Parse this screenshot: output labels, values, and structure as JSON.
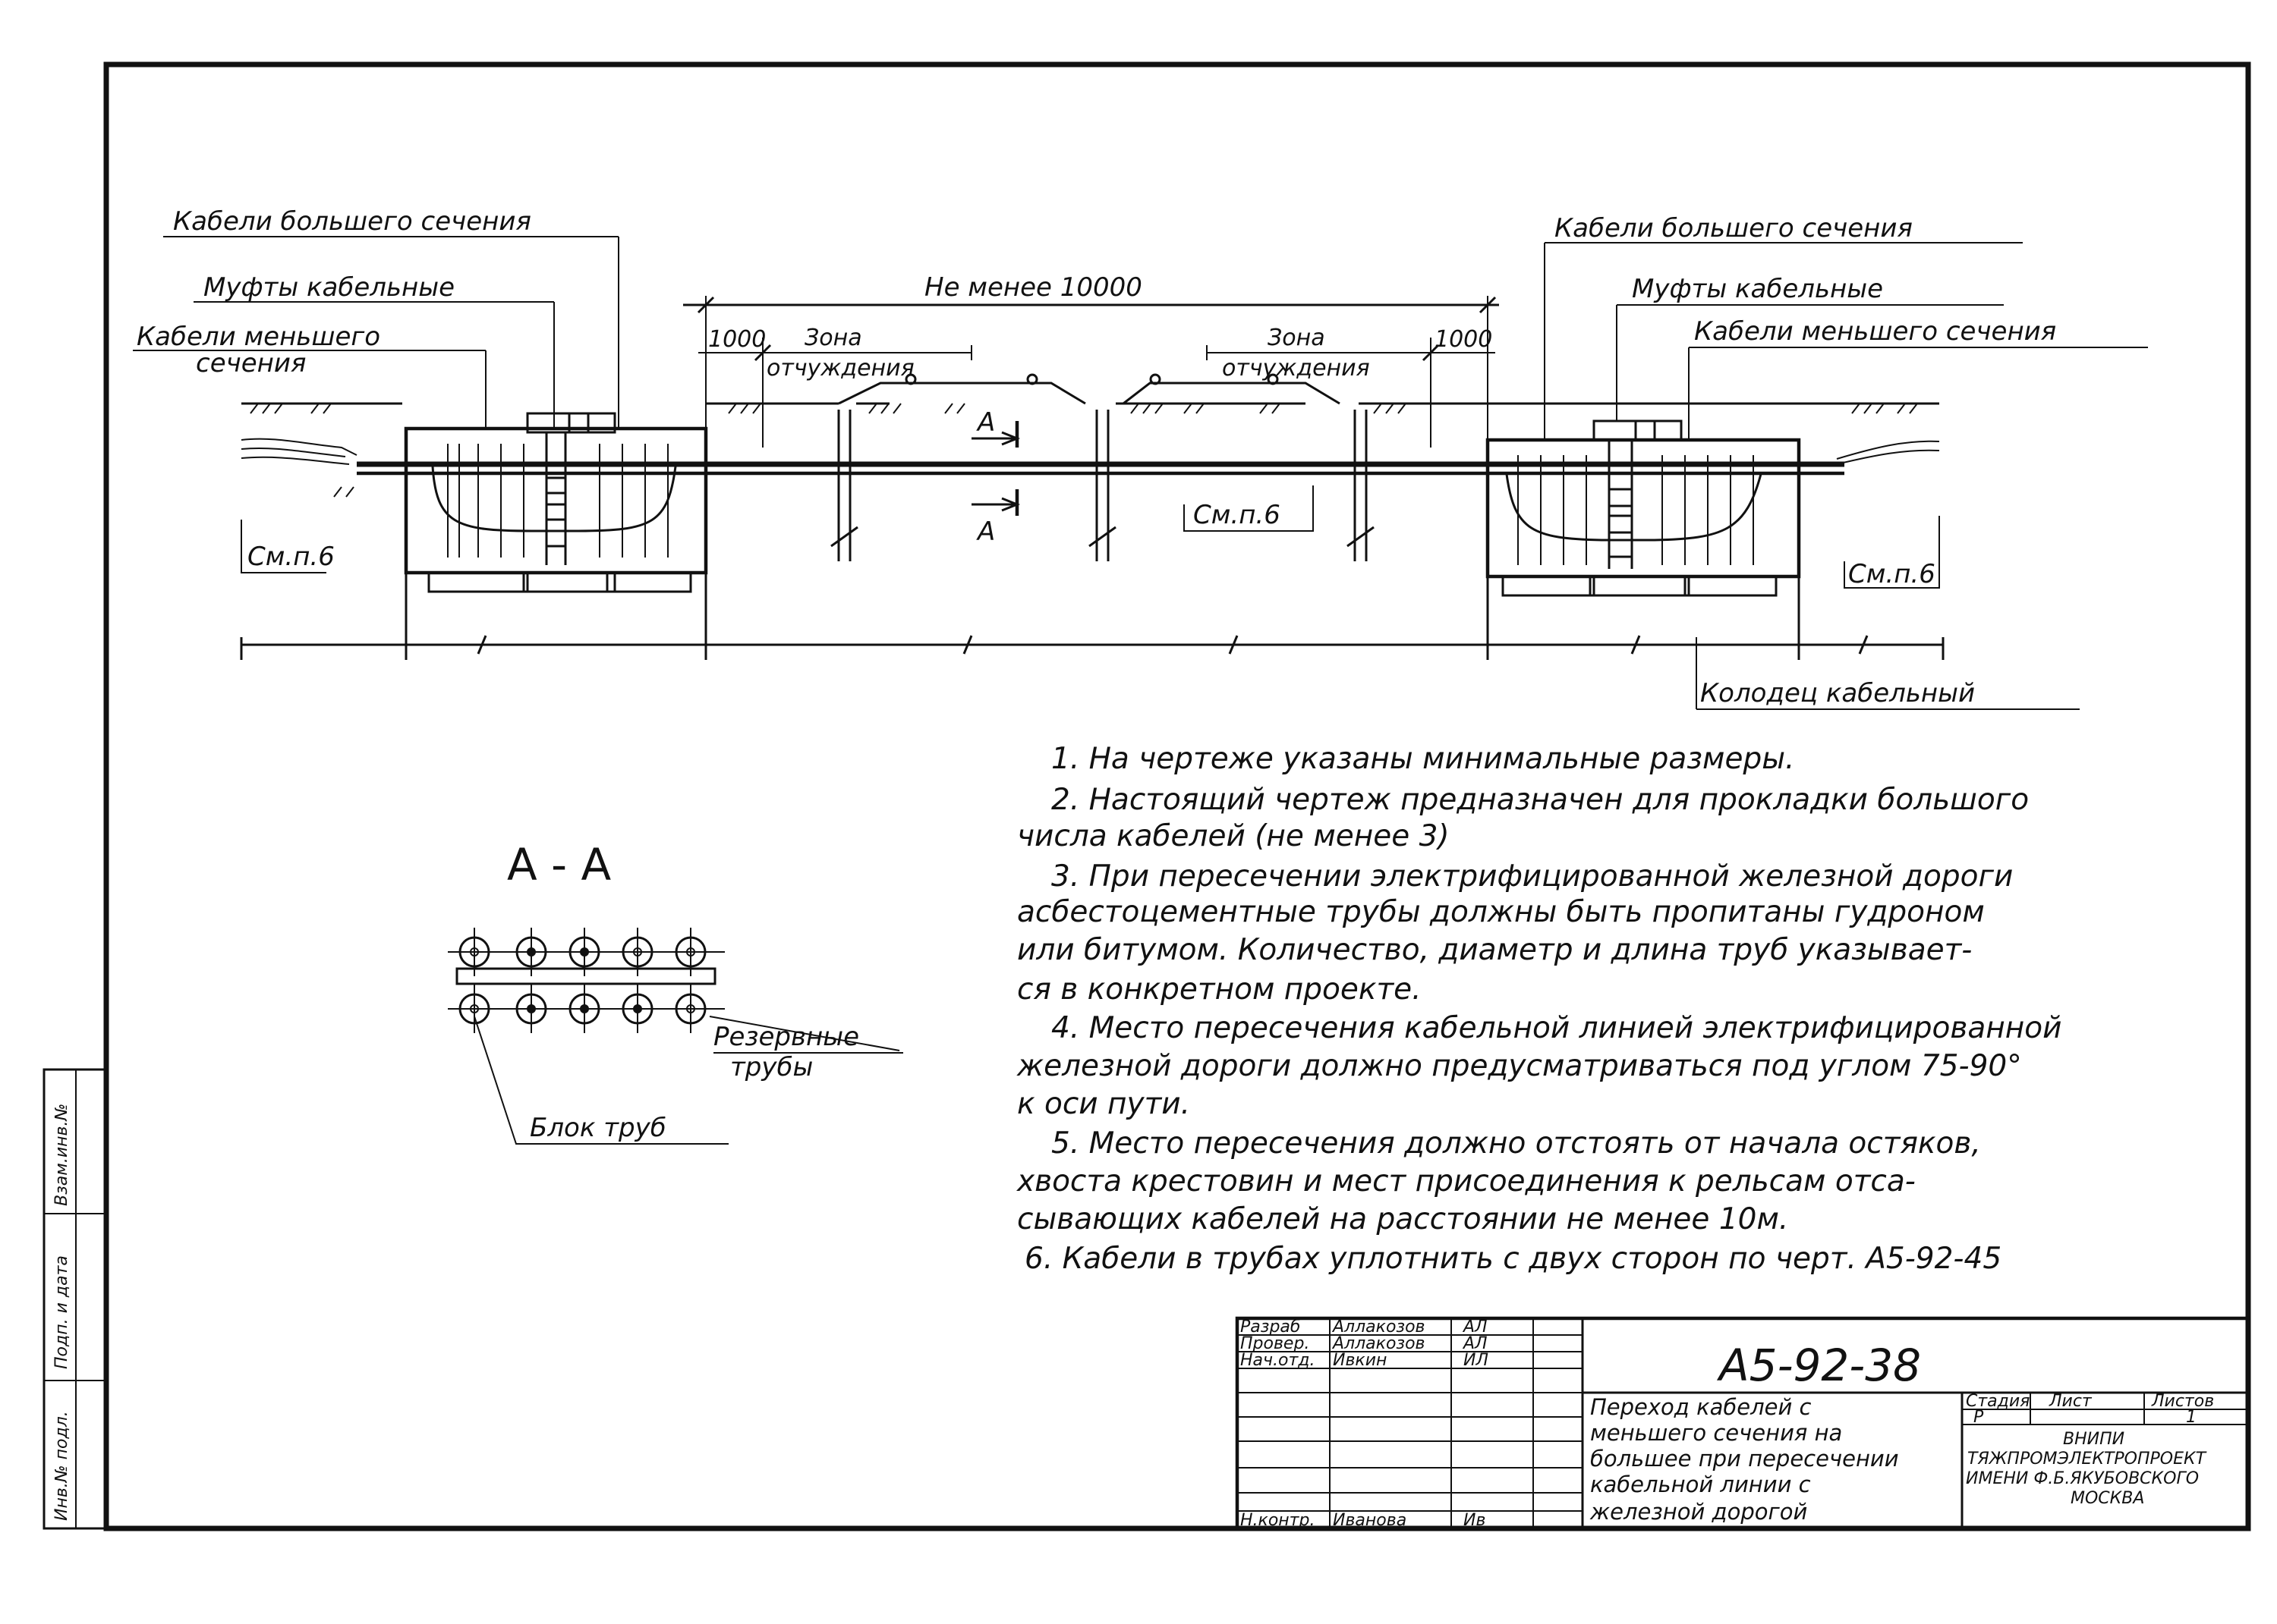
{
  "labels": {
    "left_big_cables": "Кабели большего сечения",
    "left_couplings": "Муфты кабельные",
    "left_small_cables_1": "Кабели меньшего",
    "left_small_cables_2": "сечения",
    "right_big_cables": "Кабели большего сечения",
    "right_couplings": "Муфты кабельные",
    "right_small_cables": "Кабели меньшего сечения",
    "min_distance": "Не менее 10000",
    "dim_left_1000": "1000",
    "dim_right_1000": "1000",
    "zone_left_1": "Зона",
    "zone_left_2": "отчуждения",
    "zone_right_1": "Зона",
    "zone_right_2": "отчуждения",
    "section_mark": "А",
    "see_note_6": "См.п.6",
    "cable_well": "Колодец кабельный"
  },
  "section": {
    "title": "А - А",
    "reserve_pipes_1": "Резервные",
    "reserve_pipes_2": "трубы",
    "pipe_block": "Блок труб"
  },
  "notes": [
    "1. На чертеже указаны минимальные размеры.",
    "2. Настоящий чертеж предназначен для прокладки большого",
    "числа кабелей (не менее 3)",
    "3. При пересечении электрифицированной железной дороги",
    "асбестоцементные трубы должны быть пропитаны гудроном",
    "или битумом. Количество, диаметр и длина труб указывает-",
    "ся в конкретном проекте.",
    "4. Место пересечения кабельной линией электрифицированной",
    "железной дороги должно предусматриваться под углом 75-90°",
    "к оси пути.",
    "5. Место пересечения должно отстоять от начала остяков,",
    "хвоста крестовин и мест присоединения к рельсам отса-",
    "сывающих кабелей на расстоянии не менее 10м.",
    "6. Кабели в трубах уплотнить с двух сторон по черт. А5-92-45"
  ],
  "title_block": {
    "code": "А5-92-38",
    "roles": [
      "Разраб",
      "Провер.",
      "Нач.отд."
    ],
    "names": [
      "Аллакозов",
      "Аллакозов",
      "Ивкин"
    ],
    "signs": [
      "АЛ",
      "АЛ",
      "ИЛ"
    ],
    "role_bottom": "Н.контр.",
    "name_bottom": "Иванова",
    "sign_bottom": "Ив",
    "title_lines": [
      "Переход кабелей с",
      "меньшего сечения на",
      "большее при пересечении",
      "кабельной линии с",
      "железной дорогой"
    ],
    "stage_label": "Стадия",
    "sheet_label": "Лист",
    "sheets_label": "Листов",
    "stage": "Р",
    "sheets": "1",
    "org_lines": [
      "ВНИПИ",
      "ТЯЖПРОМЭЛЕКТРОПРОЕКТ",
      "ИМЕНИ Ф.Б.ЯКУБОВСКОГО",
      "МОСКВА"
    ]
  },
  "side_stamp": {
    "inv_no": "Взам.инв.№",
    "sign_date": "Подп. и дата",
    "inv_orig": "Инв.№ подл."
  }
}
